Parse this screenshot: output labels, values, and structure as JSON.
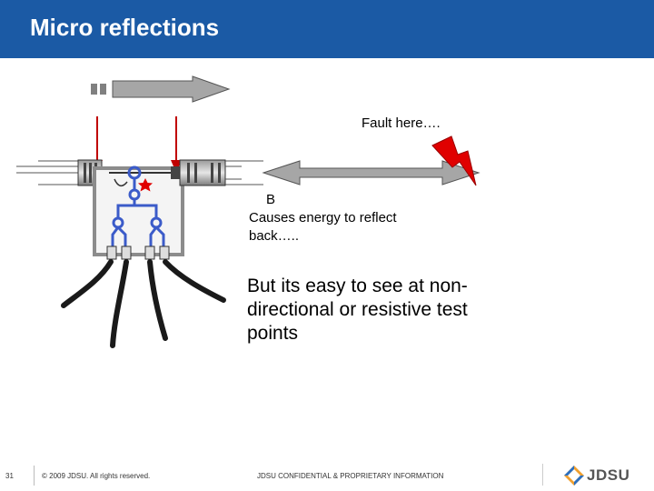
{
  "slide": {
    "title": "Micro reflections",
    "page_number": "31"
  },
  "diagram": {
    "fault_label": "Fault here….",
    "point_label": "B",
    "causes_text": "Causes energy to reflect back…..",
    "main_text": "But its easy to see at non-directional or resistive test points"
  },
  "footer": {
    "copyright": "© 2009 JDSU. All rights reserved.",
    "confidential": "JDSU CONFIDENTIAL & PROPRIETARY INFORMATION",
    "logo_text": "JDSU"
  },
  "colors": {
    "title_bar": "#1b5aa5",
    "arrow_fill": "#a6a6a6",
    "tap_wire": "#3b5bc9",
    "probe_red": "#c00000",
    "fault_red": "#e00000"
  }
}
